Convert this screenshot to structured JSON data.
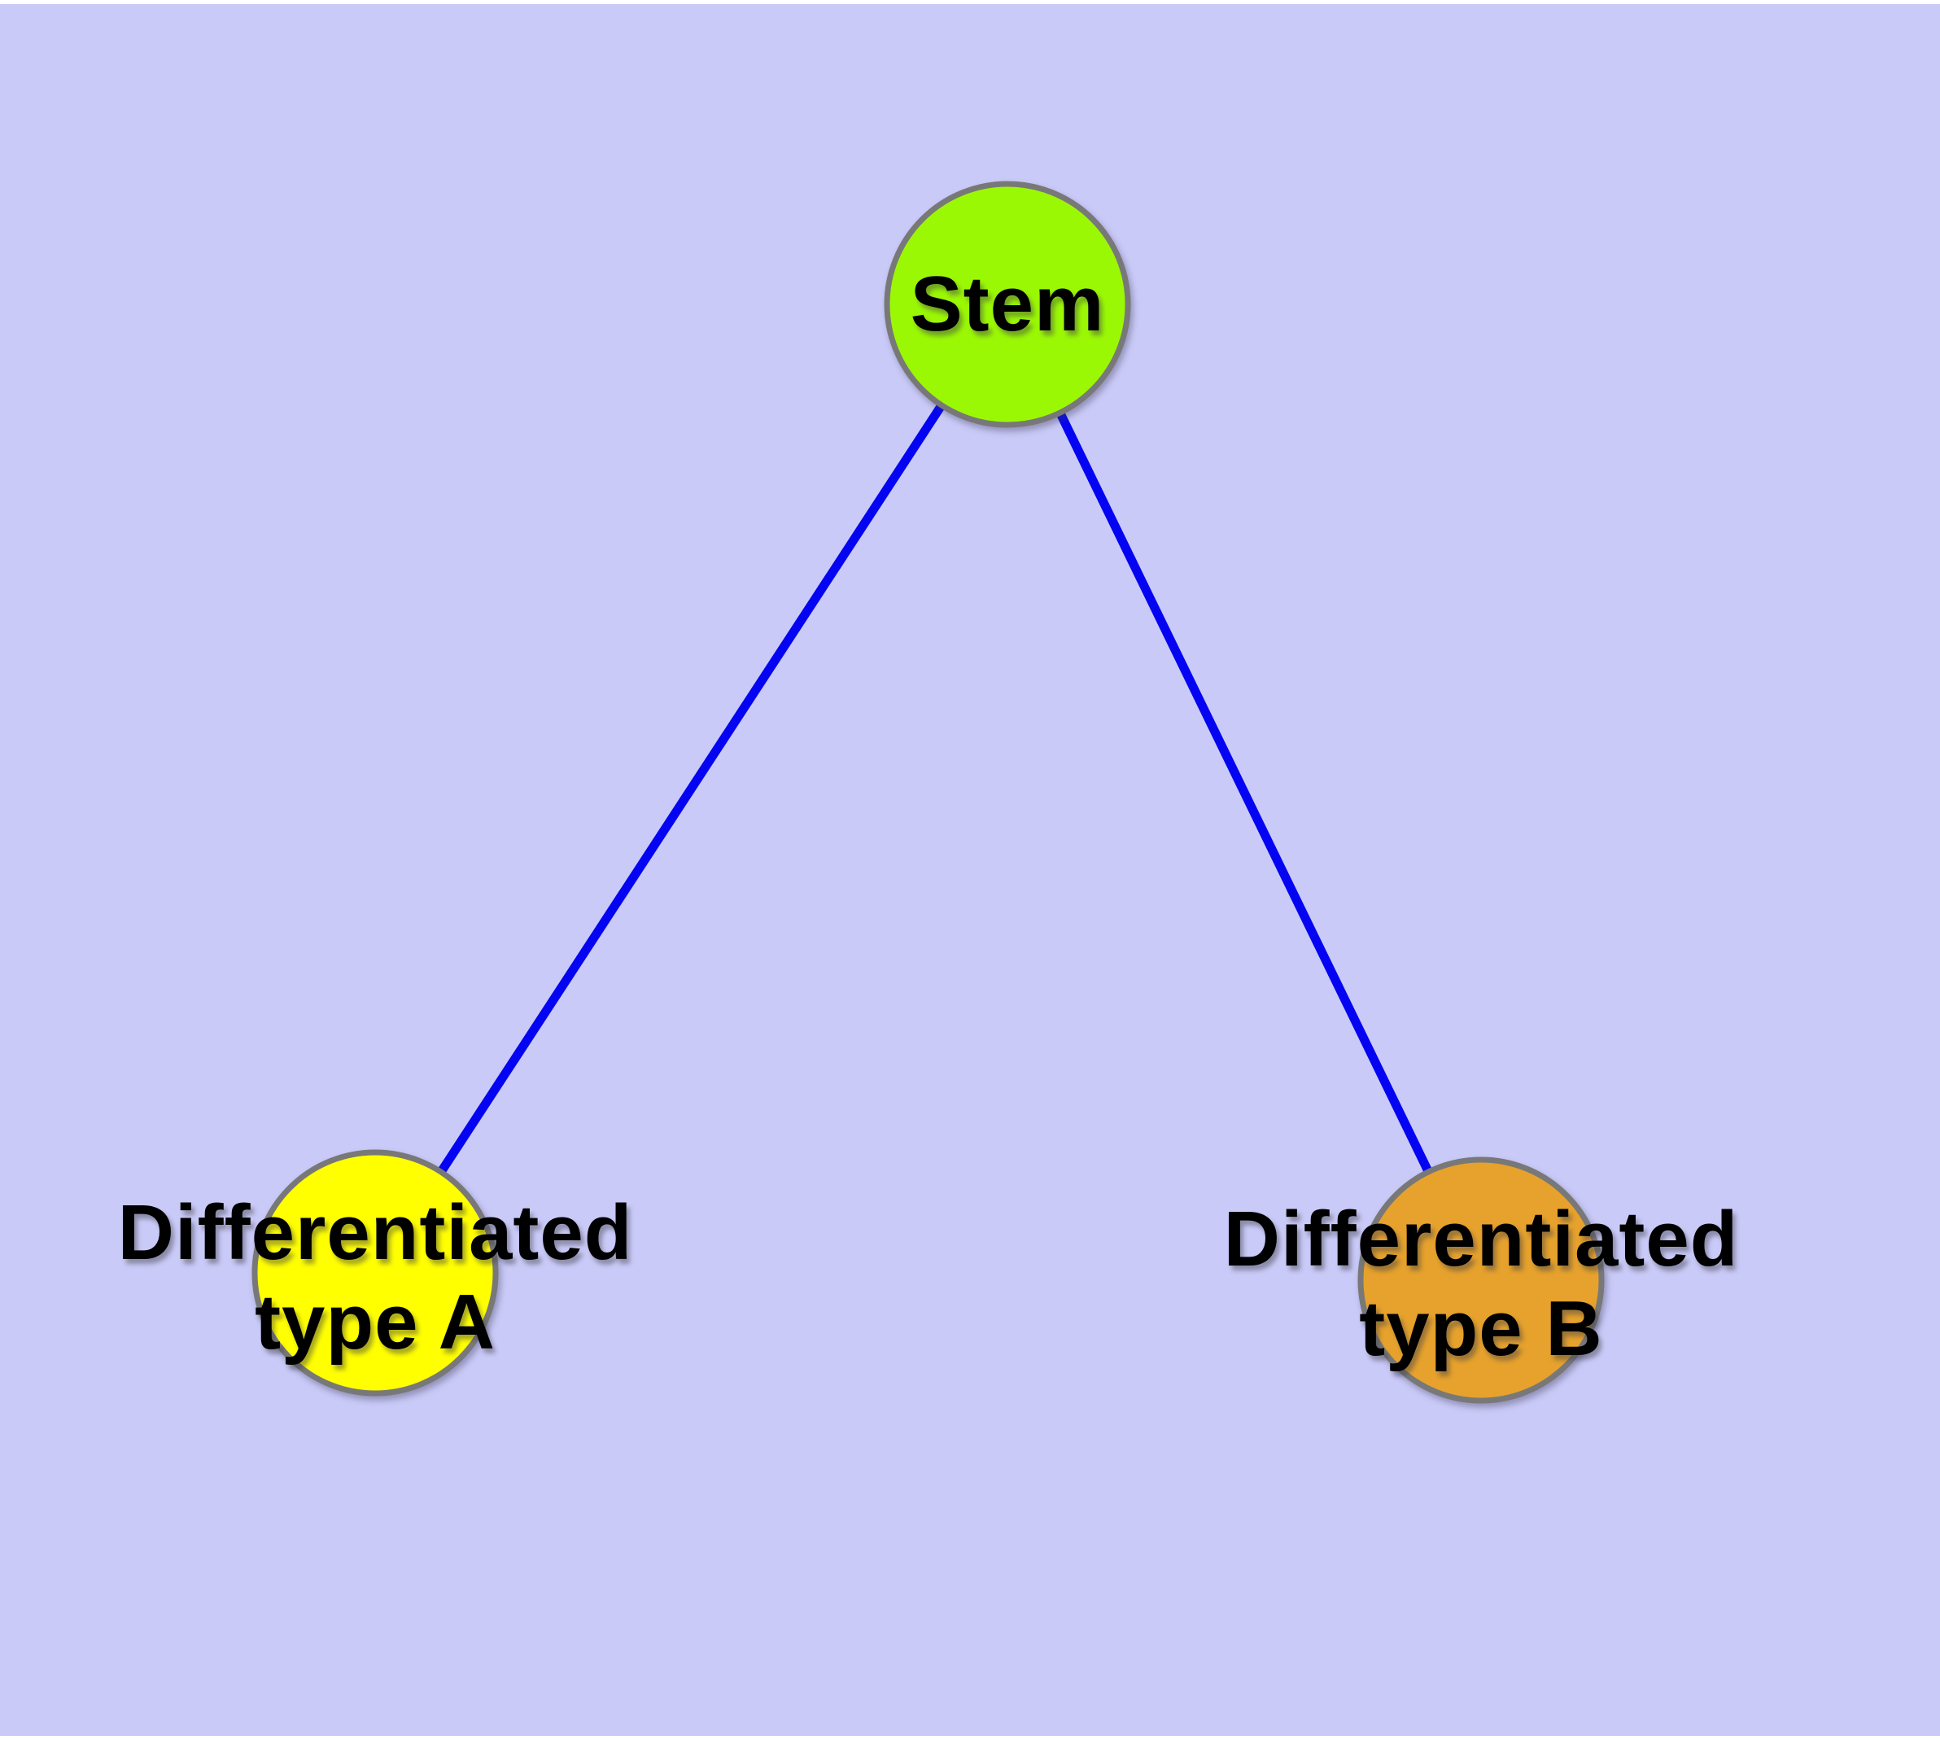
{
  "page": {
    "outer_background": "#FFFFFF",
    "canvas_background": "#CACAF8"
  },
  "diagram": {
    "edge_color": "#0404F2",
    "node_border_color": "#787878",
    "label_color": "#000000",
    "nodes": [
      {
        "id": "stem",
        "label": "Stem",
        "lines": [
          "Stem"
        ],
        "fill": "#9BF805"
      },
      {
        "id": "differentiated-type-a",
        "label": "Differentiated type A",
        "lines": [
          "Differentiated",
          "type A"
        ],
        "fill": "#FFFF00"
      },
      {
        "id": "differentiated-type-b",
        "label": "Differentiated type B",
        "lines": [
          "Differentiated",
          "type B"
        ],
        "fill": "#E6A22C"
      }
    ],
    "edges": [
      {
        "from": "stem",
        "to": "differentiated-type-a"
      },
      {
        "from": "stem",
        "to": "differentiated-type-b"
      }
    ]
  }
}
